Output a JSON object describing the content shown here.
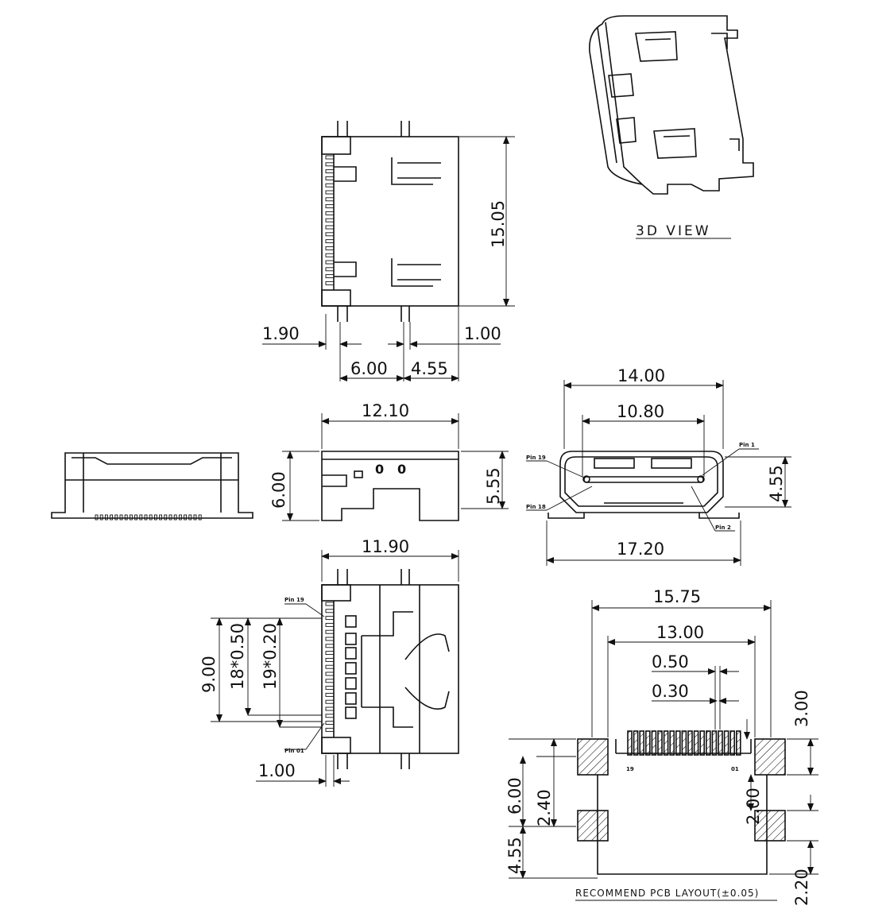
{
  "dimensions": {
    "top": {
      "height": "15.05",
      "left_offset": "1.90",
      "right_offset": "1.00",
      "pitch_a": "6.00",
      "pitch_b": "4.55"
    },
    "middle": {
      "width": "12.10",
      "height": "6.00",
      "inner_height": "5.55"
    },
    "front": {
      "outer_width": "14.00",
      "opening_width": "10.80",
      "height": "4.55",
      "total_width": "17.20"
    },
    "bottom": {
      "width": "11.90",
      "span": "9.00",
      "pitch_total": "18*0.50",
      "pin_total": "19*0.20",
      "offset": "1.00"
    },
    "pcb": {
      "width": "15.75",
      "inner_width": "13.00",
      "pitch": "0.50",
      "pad_width": "0.30",
      "pad_height": "3.00",
      "left_height": "6.00",
      "left_gap": "2.40",
      "left_lower": "4.55",
      "right_gap": "2.00",
      "right_lower": "2.20"
    }
  },
  "labels": {
    "view_3d": "3D VIEW",
    "pcb_layout": "RECOMMEND PCB LAYOUT(±0.05)",
    "pin_1": "Pin 1",
    "pin_2": "Pin 2",
    "pin_18": "Pin 18",
    "pin_19": "Pin 19",
    "pin_01": "Pin 01",
    "pin_19_b": "Pin 19",
    "pad_19": "19",
    "pad_01": "01"
  }
}
